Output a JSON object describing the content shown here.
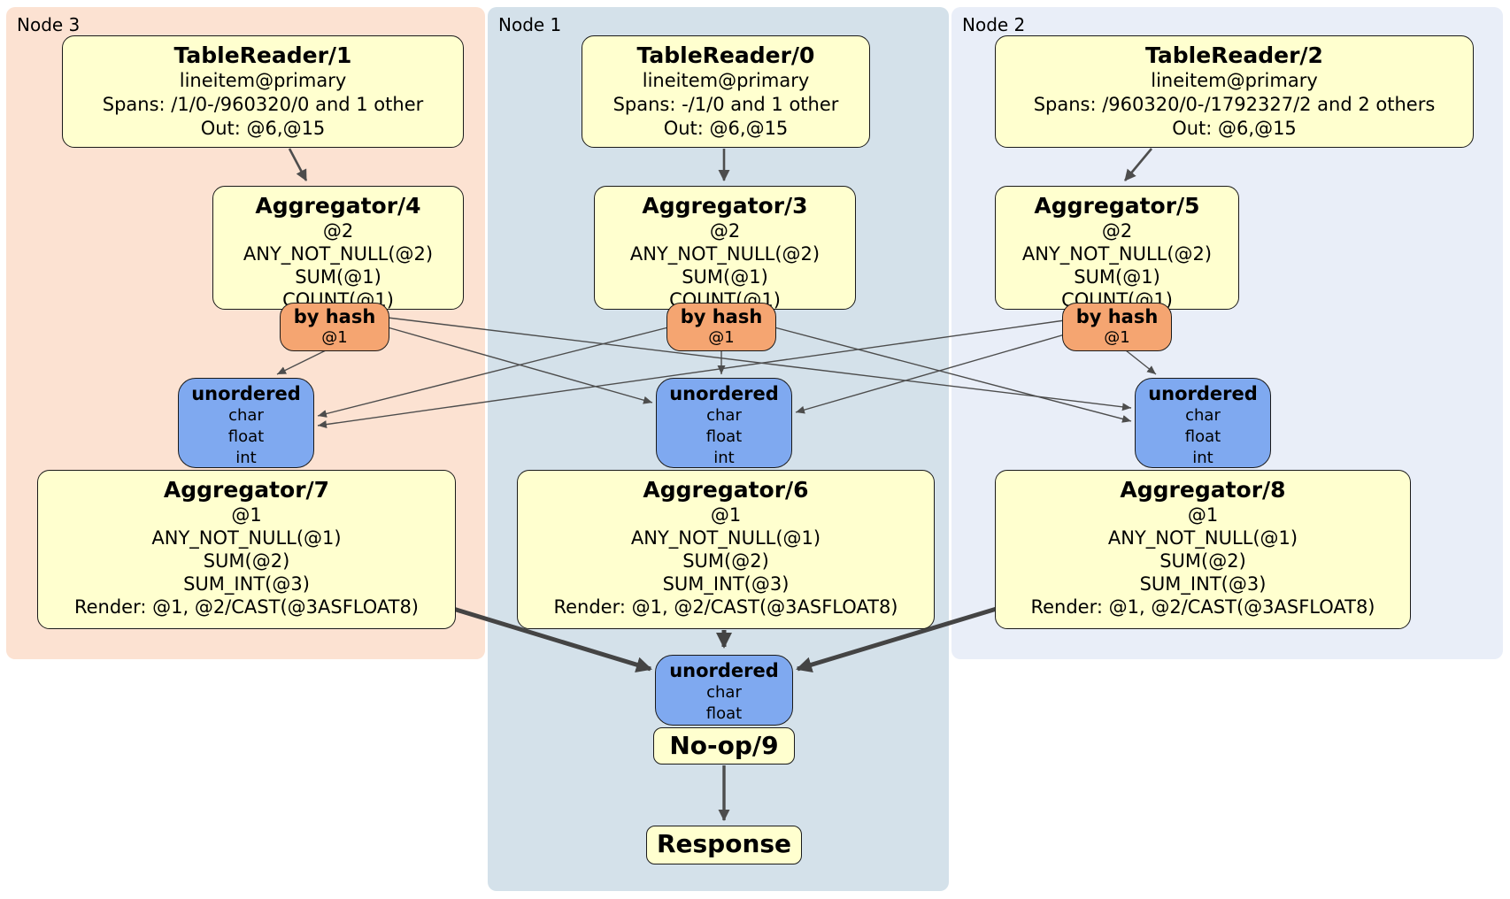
{
  "diagram": {
    "panels": [
      {
        "label": "Node 3",
        "table_reader": {
          "title": "TableReader/1",
          "lines": [
            "lineitem@primary",
            "Spans: /1/0-/960320/0 and 1 other",
            "Out: @6,@15"
          ]
        },
        "aggregator_top": {
          "title": "Aggregator/4",
          "lines": [
            "@2",
            "ANY_NOT_NULL(@2)",
            "SUM(@1)",
            "COUNT(@1)"
          ]
        },
        "router": {
          "title": "by hash",
          "lines": [
            "@1"
          ]
        },
        "sync": {
          "title": "unordered",
          "lines": [
            "char",
            "float",
            "int"
          ]
        },
        "aggregator_bottom": {
          "title": "Aggregator/7",
          "lines": [
            "@1",
            "ANY_NOT_NULL(@1)",
            "SUM(@2)",
            "SUM_INT(@3)",
            "Render: @1, @2/CAST(@3ASFLOAT8)"
          ]
        }
      },
      {
        "label": "Node 1",
        "table_reader": {
          "title": "TableReader/0",
          "lines": [
            "lineitem@primary",
            "Spans: -/1/0 and 1 other",
            "Out: @6,@15"
          ]
        },
        "aggregator_top": {
          "title": "Aggregator/3",
          "lines": [
            "@2",
            "ANY_NOT_NULL(@2)",
            "SUM(@1)",
            "COUNT(@1)"
          ]
        },
        "router": {
          "title": "by hash",
          "lines": [
            "@1"
          ]
        },
        "sync": {
          "title": "unordered",
          "lines": [
            "char",
            "float",
            "int"
          ]
        },
        "aggregator_bottom": {
          "title": "Aggregator/6",
          "lines": [
            "@1",
            "ANY_NOT_NULL(@1)",
            "SUM(@2)",
            "SUM_INT(@3)",
            "Render: @1, @2/CAST(@3ASFLOAT8)"
          ]
        }
      },
      {
        "label": "Node 2",
        "table_reader": {
          "title": "TableReader/2",
          "lines": [
            "lineitem@primary",
            "Spans: /960320/0-/1792327/2 and 2 others",
            "Out: @6,@15"
          ]
        },
        "aggregator_top": {
          "title": "Aggregator/5",
          "lines": [
            "@2",
            "ANY_NOT_NULL(@2)",
            "SUM(@1)",
            "COUNT(@1)"
          ]
        },
        "router": {
          "title": "by hash",
          "lines": [
            "@1"
          ]
        },
        "sync": {
          "title": "unordered",
          "lines": [
            "char",
            "float",
            "int"
          ]
        },
        "aggregator_bottom": {
          "title": "Aggregator/8",
          "lines": [
            "@1",
            "ANY_NOT_NULL(@1)",
            "SUM(@2)",
            "SUM_INT(@3)",
            "Render: @1, @2/CAST(@3ASFLOAT8)"
          ]
        }
      }
    ],
    "final_stage": {
      "sync": {
        "title": "unordered",
        "lines": [
          "char",
          "float"
        ]
      },
      "noop": {
        "title": "No-op/9"
      },
      "response": {
        "title": "Response"
      }
    },
    "colors": {
      "panel_node3_bg": "#fce2d2",
      "panel_node1_bg": "#d4e1ea",
      "panel_node2_bg": "#e9eef8",
      "processor_bg": "#ffffcf",
      "router_bg": "#f5a571",
      "sync_bg": "#7fa9f0",
      "box_border": "#1a1a1a",
      "edge": "#4d4d4d",
      "edge_thick": "#444444"
    }
  }
}
